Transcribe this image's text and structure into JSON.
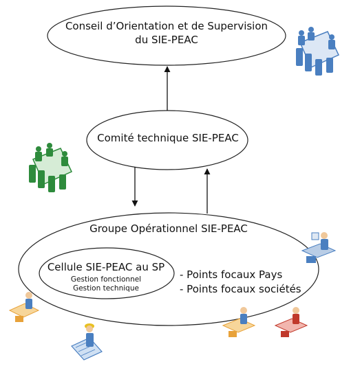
{
  "conseil": {
    "line1": "Conseil d’Orientation et de Supervision",
    "line2": "du SIE-PEAC"
  },
  "comite": {
    "label": "Comité technique SIE-PEAC"
  },
  "groupe": {
    "label": "Groupe Opérationnel SIE-PEAC"
  },
  "cellule": {
    "label": "Cellule SIE-PEAC au SP",
    "sub1": "Gestion fonctionnel",
    "sub2": "Gestion technique"
  },
  "points": {
    "pays": "- Points focaux Pays",
    "societes": "- Points focaux sociétés"
  },
  "colors": {
    "line": "#111111",
    "meeting_blue": "#4a7fc0",
    "meeting_green": "#2e8b3c",
    "desk_orange": "#e8a23a",
    "desk_red": "#c0392b"
  },
  "icons": [
    "meeting-blue-icon",
    "meeting-green-icon",
    "worker-desk-icon",
    "engineer-icon"
  ]
}
